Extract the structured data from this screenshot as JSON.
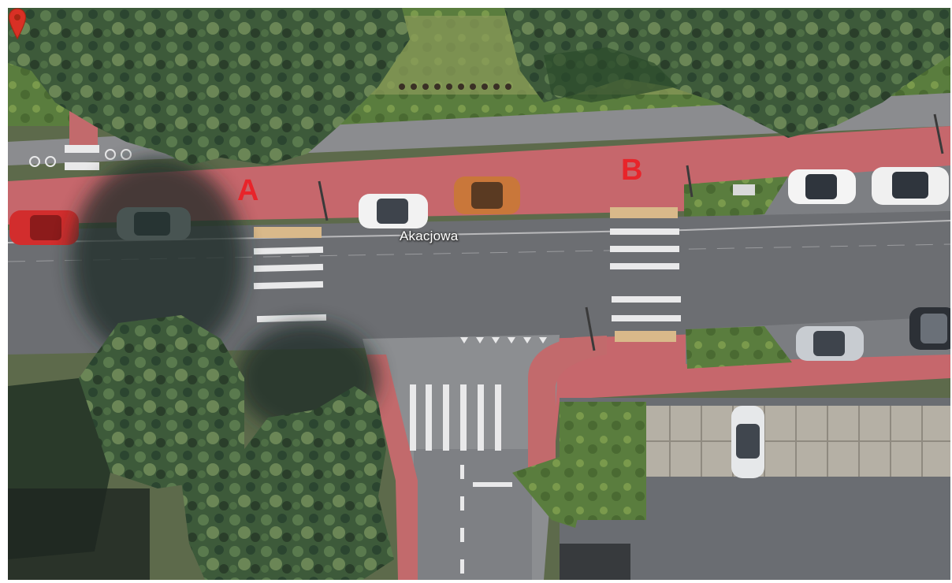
{
  "map": {
    "street_label": "Akacjowa",
    "point_a_label": "A",
    "point_b_label": "B",
    "pin_icon": "map-pin-icon",
    "colors": {
      "bike_path": "#c8646a",
      "road": "#6e7075",
      "crosswalk": "#e9e9ea",
      "vegetation": "#2f4a2e",
      "grass": "#6f8a3f",
      "marker_text": "#e8242a",
      "pin": "#d93025"
    }
  }
}
